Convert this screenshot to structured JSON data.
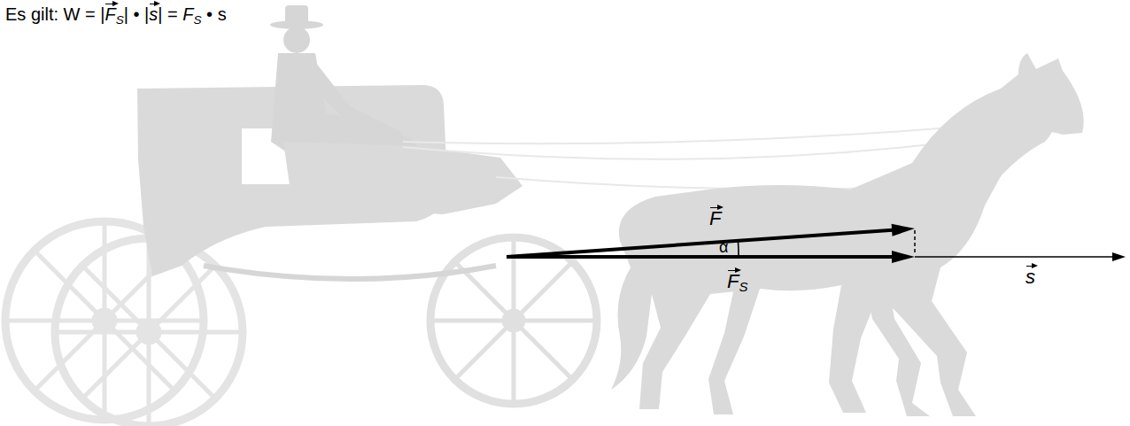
{
  "diagram": {
    "labels": [
      "Es gilt: W = |",
      "F",
      "S",
      "| • |",
      "s",
      "| = ",
      "F",
      "S",
      " • s",
      "F",
      "α",
      "F",
      "S",
      "s"
    ]
  }
}
